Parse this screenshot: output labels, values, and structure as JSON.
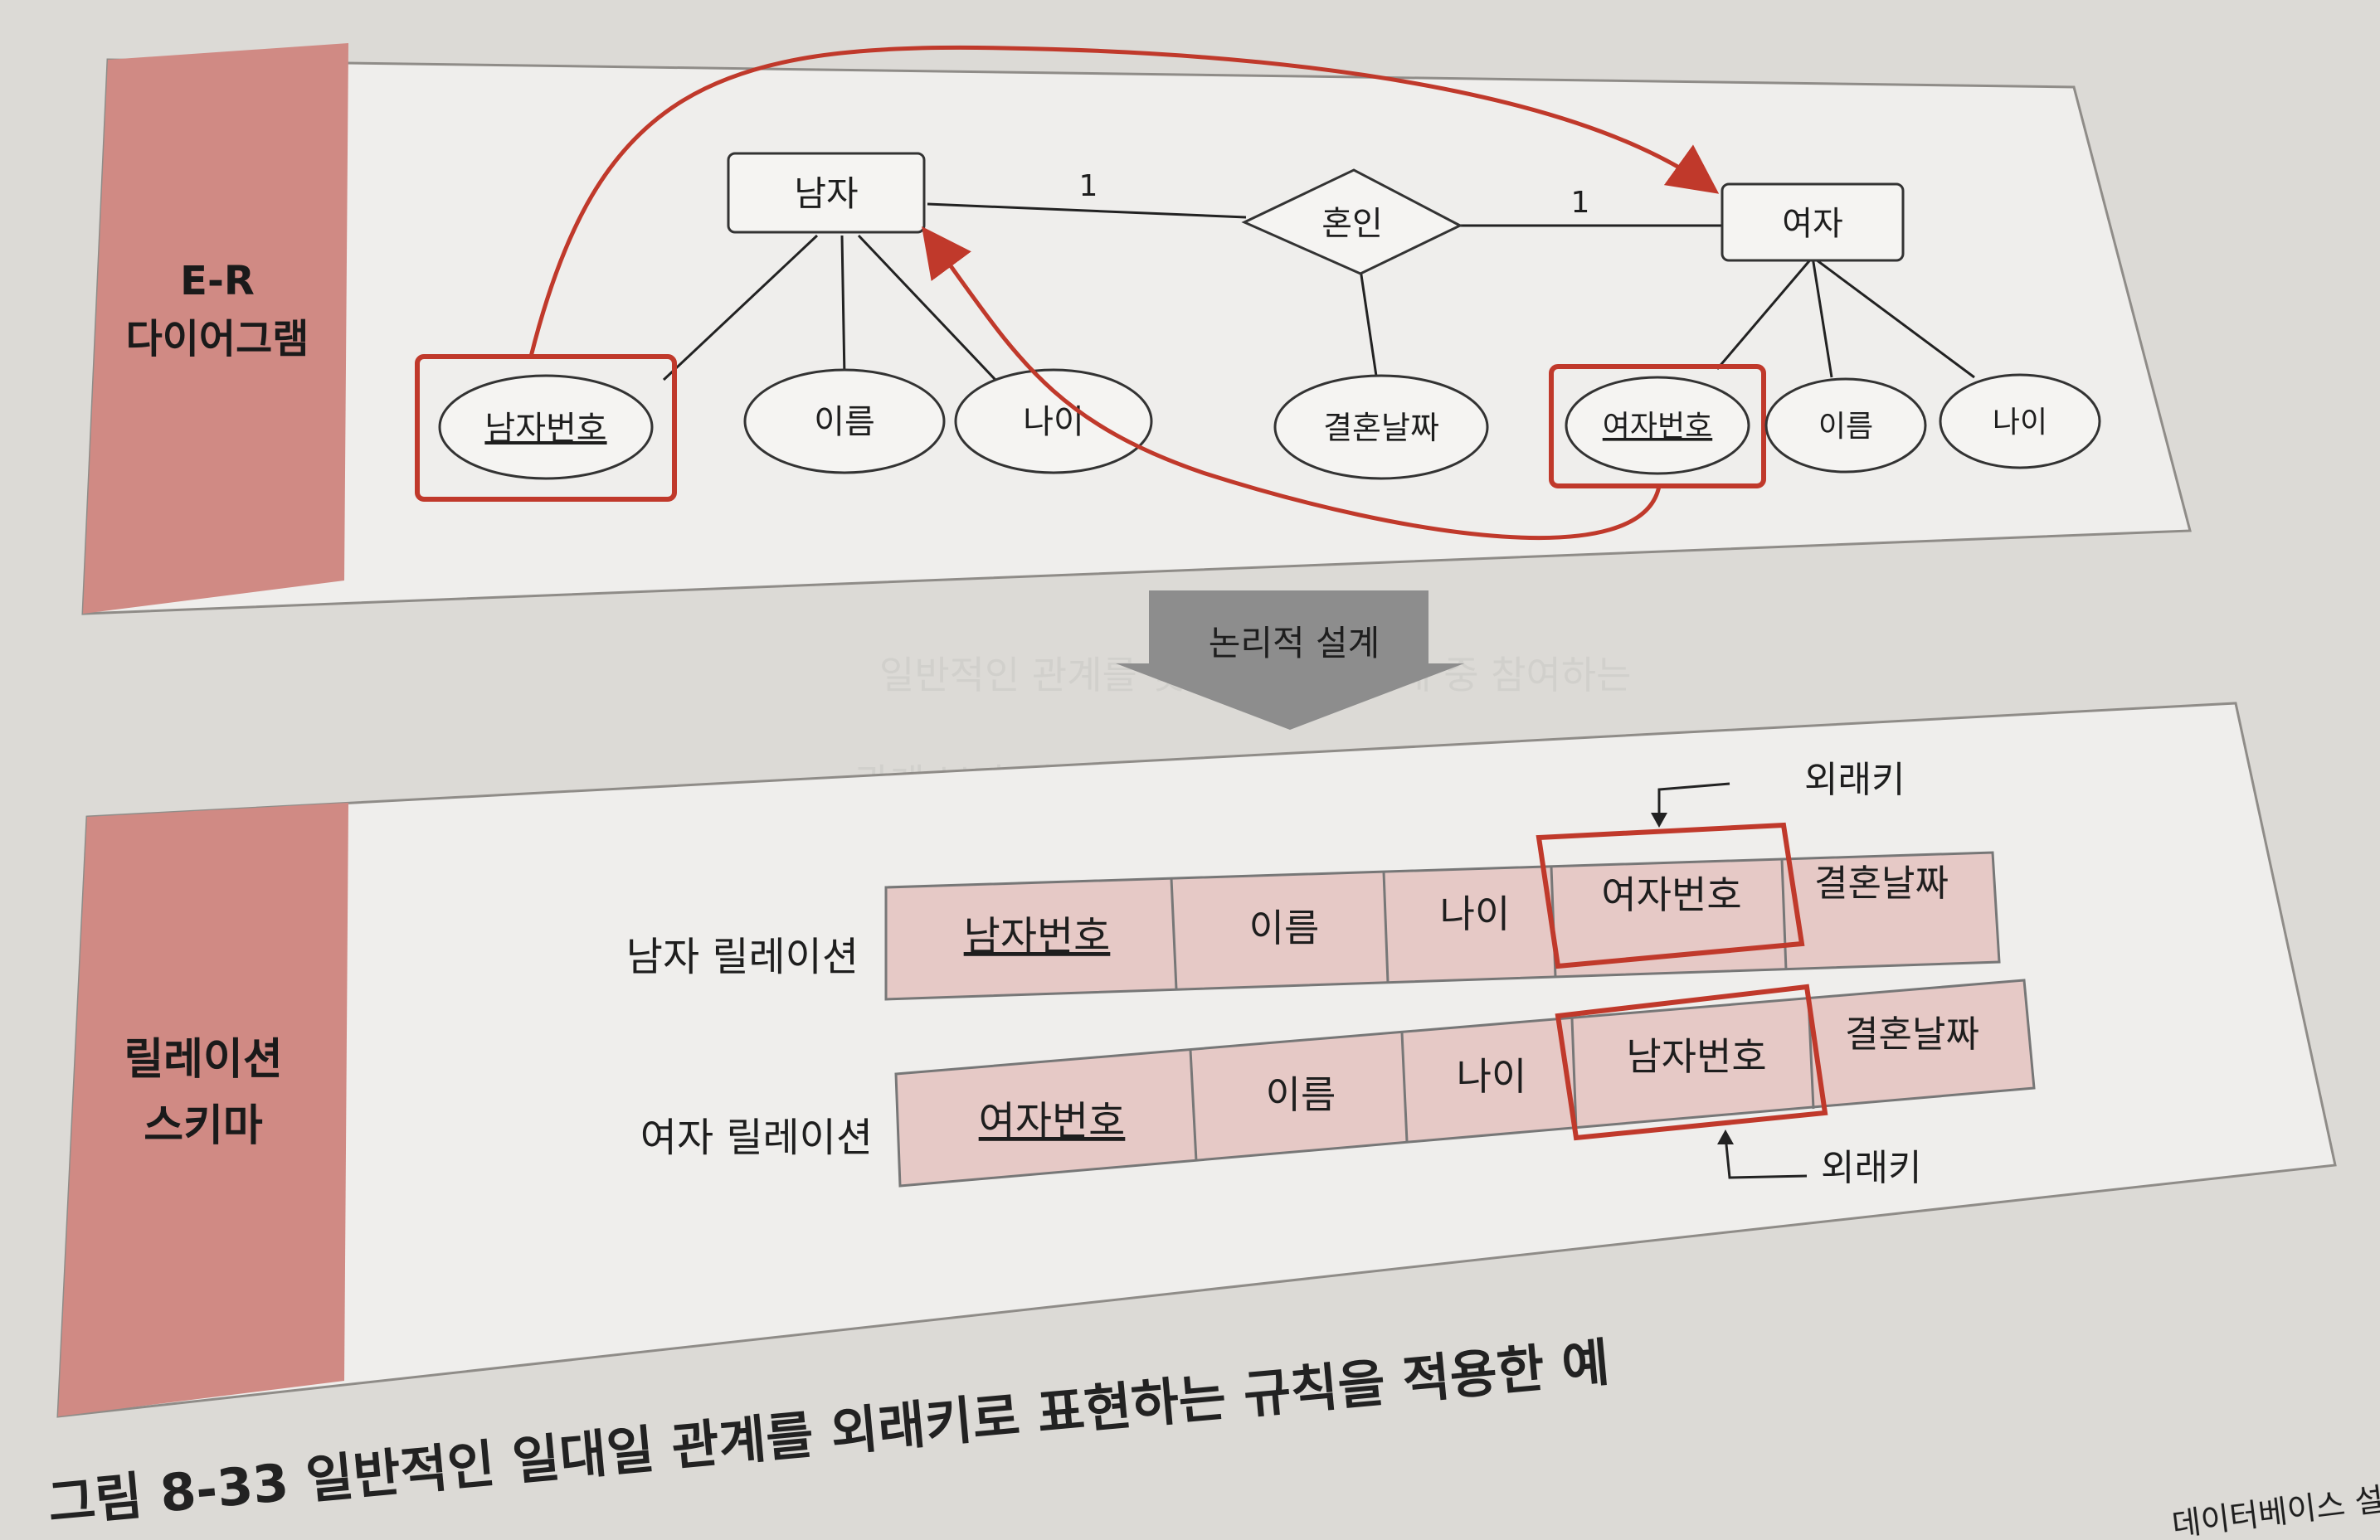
{
  "er_section": {
    "sidebar_label_line1": "E-R",
    "sidebar_label_line2": "다이어그램",
    "entity_left": "남자",
    "entity_right": "여자",
    "relationship": "혼인",
    "cardinality_left": "1",
    "cardinality_right": "1",
    "relationship_attribute": "결혼날짜",
    "left_attributes": [
      {
        "label": "남자번호",
        "key": true,
        "highlighted": true
      },
      {
        "label": "이름",
        "key": false,
        "highlighted": false
      },
      {
        "label": "나이",
        "key": false,
        "highlighted": false
      }
    ],
    "right_attributes": [
      {
        "label": "여자번호",
        "key": true,
        "highlighted": true
      },
      {
        "label": "이름",
        "key": false,
        "highlighted": false
      },
      {
        "label": "나이",
        "key": false,
        "highlighted": false
      }
    ]
  },
  "transition": {
    "label": "논리적 설계"
  },
  "schema_section": {
    "sidebar_label_line1": "릴레이션",
    "sidebar_label_line2": "스키마",
    "relations": [
      {
        "name": "남자 릴레이션",
        "cells": [
          {
            "label": "남자번호",
            "primary_key": true,
            "foreign_key": false
          },
          {
            "label": "이름",
            "primary_key": false,
            "foreign_key": false
          },
          {
            "label": "나이",
            "primary_key": false,
            "foreign_key": false
          },
          {
            "label": "여자번호",
            "primary_key": false,
            "foreign_key": true
          },
          {
            "label": "결혼날짜",
            "primary_key": false,
            "foreign_key": false
          }
        ],
        "fk_label": "외래키"
      },
      {
        "name": "여자 릴레이션",
        "cells": [
          {
            "label": "여자번호",
            "primary_key": true,
            "foreign_key": false
          },
          {
            "label": "이름",
            "primary_key": false,
            "foreign_key": false
          },
          {
            "label": "나이",
            "primary_key": false,
            "foreign_key": false
          },
          {
            "label": "남자번호",
            "primary_key": false,
            "foreign_key": true
          },
          {
            "label": "결혼날짜",
            "primary_key": false,
            "foreign_key": false
          }
        ],
        "fk_label": "외래키"
      }
    ]
  },
  "caption": "그림 8-33 일반적인 일대일 관계를 외래키로 표현하는 규칙을 적용한 예",
  "footer": "데이터베이스 설계",
  "colors": {
    "accent_red": "#c0392b",
    "sidebar": "#d08a84",
    "cell_fill": "#e6c9c6",
    "panel": "#eeedeb",
    "arrow_gray": "#8d8d8d"
  }
}
